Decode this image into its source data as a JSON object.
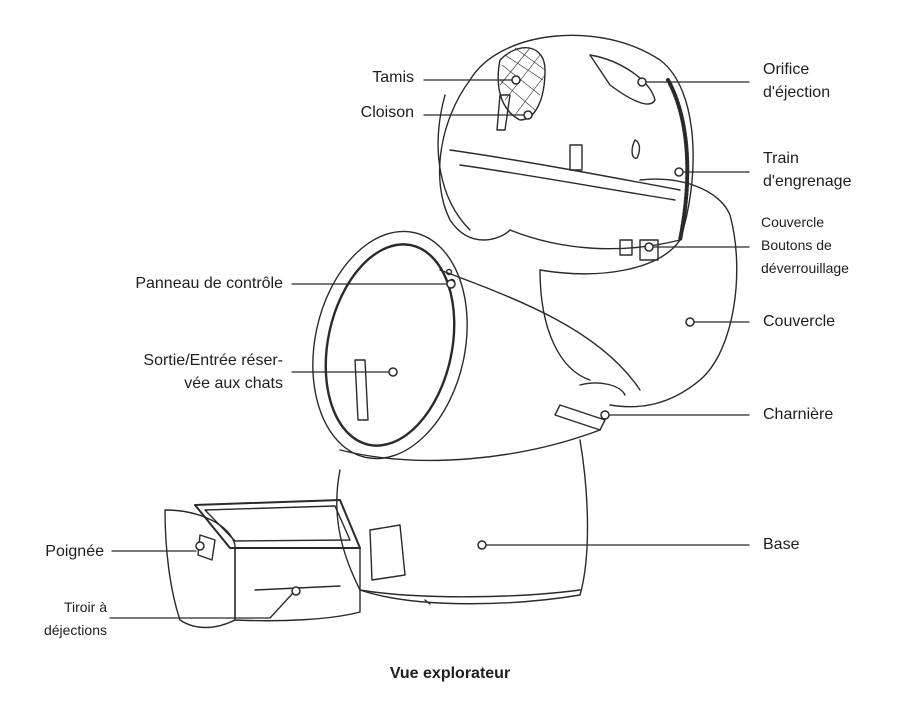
{
  "diagram": {
    "caption": "Vue explorateur",
    "labels": {
      "tamis": "Tamis",
      "cloison": "Cloison",
      "orifice_1": "Orifice",
      "orifice_2": "d'éjection",
      "train_1": "Train",
      "train_2": "d'engrenage",
      "couvercle_boutons_1": "Couvercle",
      "couvercle_boutons_2": "Boutons de",
      "couvercle_boutons_3": "déverrouillage",
      "panneau": "Panneau de contrôle",
      "couvercle": "Couvercle",
      "sortie_1": "Sortie/Entrée réser-",
      "sortie_2": "vée aux chats",
      "charniere": "Charnière",
      "poignee": "Poignée",
      "base": "Base",
      "tiroir_1": "Tiroir à",
      "tiroir_2": "déjections"
    }
  }
}
